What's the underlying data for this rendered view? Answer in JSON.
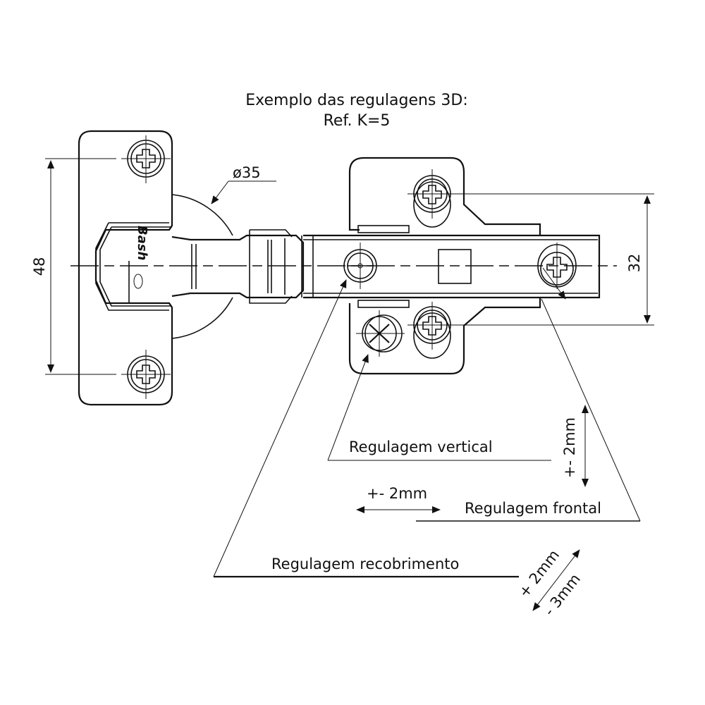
{
  "title": {
    "line1": "Exemplo das regulagens 3D:",
    "line2": "Ref. K=5"
  },
  "dimensions": {
    "cup_diameter": "ø35",
    "screw_spacing_cup": "48",
    "screw_spacing_plate": "32"
  },
  "adjustments": {
    "vertical": {
      "label": "Regulagem vertical",
      "range": "+- 2mm"
    },
    "frontal": {
      "label": "Regulagem frontal",
      "range": "+- 2mm"
    },
    "overlay": {
      "label": "Regulagem recobrimento",
      "range_plus": "+ 2mm",
      "range_minus": "- 3mm"
    }
  },
  "logo_text": "Bash"
}
